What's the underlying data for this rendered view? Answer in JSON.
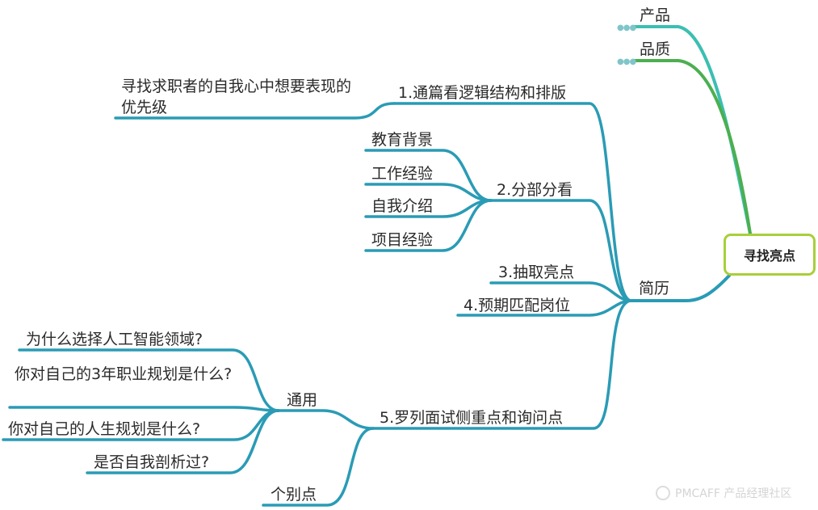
{
  "root": {
    "label": "寻找亮点"
  },
  "top_branches": [
    {
      "label": "产品",
      "color": "#3bbfb2"
    },
    {
      "label": "品质",
      "color": "#4caf50"
    }
  ],
  "resume": {
    "label": "简历",
    "color": "#2a9bb5",
    "items": [
      {
        "label": "1.通篇看逻辑结构和排版",
        "note": "寻找求职者的自我心中想要表现的优先级"
      },
      {
        "label": "2.分部分看",
        "children": [
          "教育背景",
          "工作经验",
          "自我介绍",
          "项目经验"
        ]
      },
      {
        "label": "3.抽取亮点"
      },
      {
        "label": "4.预期匹配岗位"
      },
      {
        "label": "5.罗列面试侧重点和询问点",
        "general": {
          "label": "通用",
          "questions": [
            "为什么选择人工智能领域?",
            "你对自己的3年职业规划是什么?",
            "你对自己的人生规划是什么?",
            "是否自我剖析过?"
          ]
        },
        "individual": {
          "label": "个别点"
        }
      }
    ]
  },
  "watermark": "PMCAFF 产品经理社区"
}
